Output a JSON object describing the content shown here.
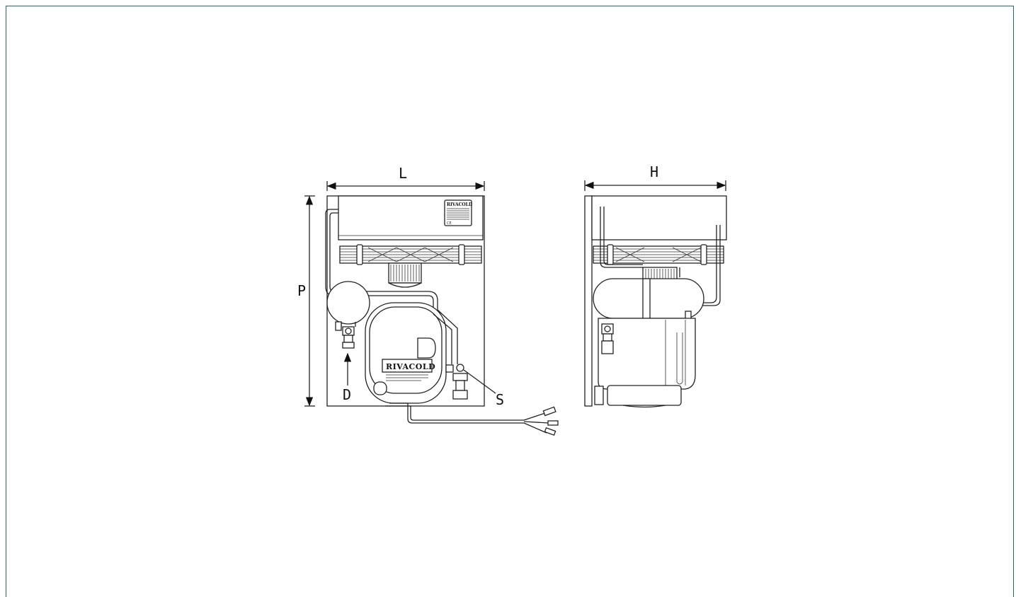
{
  "dimensions": {
    "length_label": "L",
    "height_label": "H",
    "depth_label": "P",
    "discharge_label": "D",
    "suction_label": "S"
  },
  "branding": {
    "compressor_logo": "RIVACOLD",
    "plate_logo": "RIVACOLD",
    "ce_mark": "CE"
  },
  "colors": {
    "frame_border": "#1f6b6b",
    "line": "#222222"
  }
}
